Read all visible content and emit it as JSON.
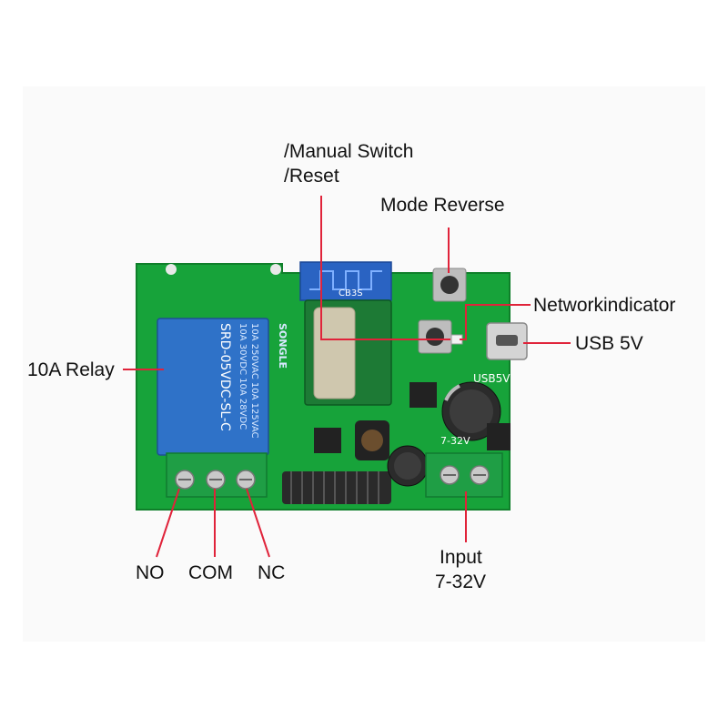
{
  "labels": {
    "manual_switch": "/Manual Switch",
    "reset": "/Reset",
    "mode_reverse": "Mode Reverse",
    "network_indicator": "Networkindicator",
    "usb_5v": "USB 5V",
    "relay": "10A Relay",
    "no": "NO",
    "com": "COM",
    "nc": "NC",
    "input": "Input",
    "input_voltage": "7-32V"
  },
  "board_text": {
    "module": "CB3S",
    "usb": "USB5V",
    "voltage": "7-32V",
    "relay_brand": "SONGLE",
    "relay_rating_1": "10A 250VAC  10A 125VAC",
    "relay_rating_2": "10A 30VDC  10A 28VDC",
    "relay_model": "SRD-05VDC-SL-C"
  },
  "colors": {
    "pcb": "#17a33a",
    "pcb_dark": "#0f7f2a",
    "relay": "#2f72c8",
    "terminal": "#1f9e45",
    "leader": "#e0233a"
  }
}
